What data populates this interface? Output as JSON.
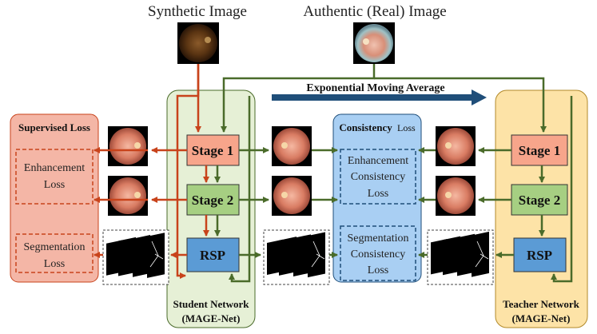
{
  "labels": {
    "synthetic_image": "Synthetic Image",
    "authentic_image": "Authentic (Real) Image",
    "ema": "Exponential Moving Average",
    "supervised_loss": "Supervised Loss",
    "enhancement_loss_1": "Enhancement",
    "enhancement_loss_2": "Loss",
    "segmentation_loss_1": "Segmentation",
    "segmentation_loss_2": "Loss",
    "consistency_loss": "Consistency",
    "consistency_loss_suffix": "Loss",
    "enh_consistency_1": "Enhancement",
    "enh_consistency_2": "Consistency",
    "enh_consistency_3": "Loss",
    "seg_consistency_1": "Segmentation",
    "seg_consistency_2": "Consistency",
    "seg_consistency_3": "Loss",
    "student_stage1": "Stage 1",
    "student_stage2": "Stage 2",
    "student_rsp": "RSP",
    "teacher_stage1": "Stage 1",
    "teacher_stage2": "Stage 2",
    "teacher_rsp": "RSP",
    "student_network_1": "Student Network",
    "student_network_2": "(MAGE-Net)",
    "teacher_network_1": "Teacher Network",
    "teacher_network_2": "(MAGE-Net)"
  },
  "colors": {
    "red_arrow": "#c8431b",
    "green_arrow": "#4a6b2a",
    "blue_arrow": "#1f4e79",
    "supervised_panel": "#f4b6a6",
    "consistency_panel": "#a9cff3",
    "student_panel": "#e6f0d6",
    "teacher_panel": "#fde3a7",
    "stage1_box": "#f7a58b",
    "stage2_box": "#a6cf82",
    "rsp_box": "#5b9bd5"
  }
}
